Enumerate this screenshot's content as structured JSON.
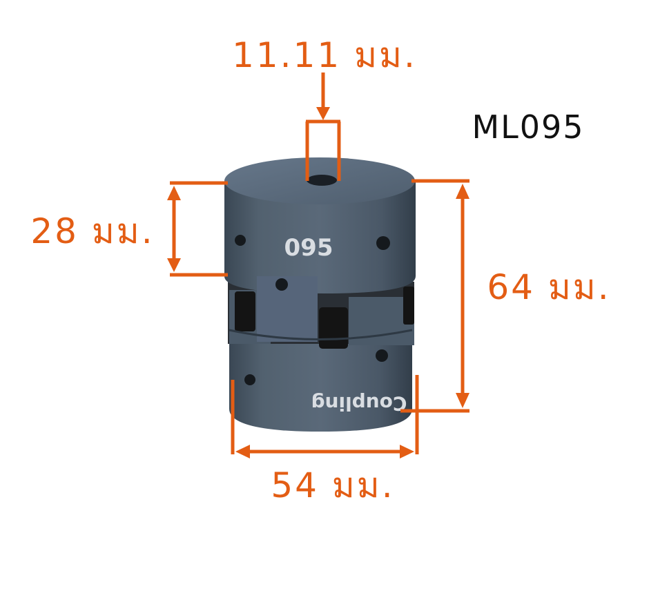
{
  "model_code": "ML095",
  "body_marking": "095",
  "brand_text": "Coupling",
  "dimensions": {
    "bore": "11.11 มม.",
    "hub_length": "28 มม.",
    "total_length": "64 มม.",
    "outer_diameter": "54 มม."
  },
  "colors": {
    "dimension": "#e35d14",
    "body": "#4d5c6b",
    "spider": "#1b1b1b",
    "model_text": "#111111"
  }
}
